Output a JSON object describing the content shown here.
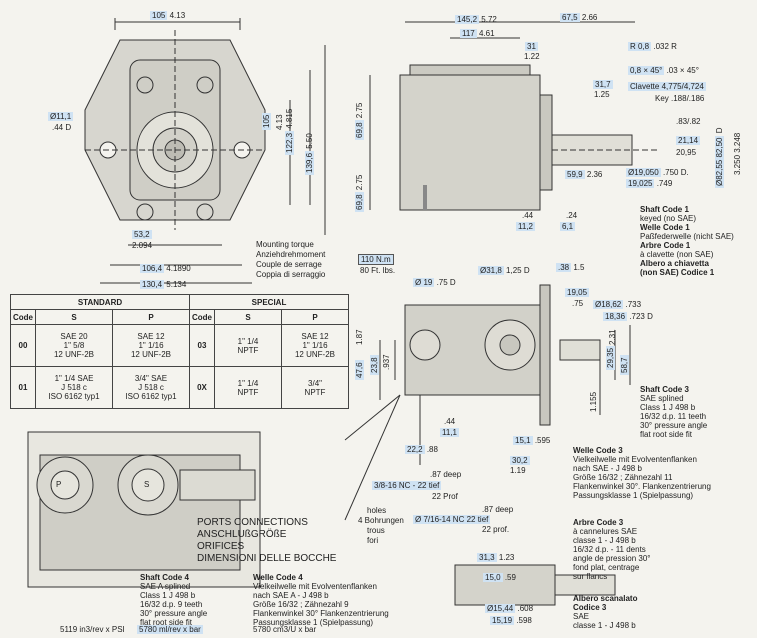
{
  "front_view": {
    "width_mm": "105",
    "width_in": "4.13",
    "bolt_hole_mm": "Ø11,1",
    "bolt_hole_in": ".44 D",
    "height_a_mm": "105",
    "height_a_in": "4.13",
    "height_b_mm": "122,3",
    "height_b_in": "4.815",
    "height_c_mm": "139,6",
    "height_c_in": "5.50",
    "pilot_mm": "53,2",
    "pilot_in": "2.094",
    "span_mm": "106,4",
    "span_in": "4.1890",
    "overall_mm": "130,4",
    "overall_in": "5.134"
  },
  "torque": {
    "labels": [
      "Mounting torque",
      "Anziehdrehmoment",
      "Couple de serrage",
      "Coppia di serraggio"
    ],
    "value": "110 N.m",
    "value_alt": "80 Ft. lbs."
  },
  "side_view": {
    "length_mm": "145,2",
    "length_in": "5.72",
    "shaft_len_mm": "67,5",
    "shaft_len_in": "2.66",
    "body_mm": "117",
    "body_in": "4.61",
    "step_mm": "31",
    "step_in": "1.22",
    "radius_mm": "R 0,8",
    "radius_in": ".032 R",
    "chamfer_mm": "0,8 × 45°",
    "chamfer_in": ".03 × 45°",
    "key_mm": "31,7",
    "key_in": "1.25",
    "clavette": "Clavette 4,775/4,724",
    "key": "Key .188/.186",
    "key_depth": ".83/.82",
    "keyh_mm": "21,14",
    "keyh_in": "20,95",
    "shaft_dia_mm": "Ø19,050",
    "shaft_dia_mm2": "19,025",
    "shaft_dia_in": ".750",
    "shaft_dia_in2": ".749",
    "shaft_dia_suffix": "D.",
    "pilot_dia": "Ø82,55 82,50",
    "pilot_in": "3.250 3.248",
    "pilot_suffix": "D",
    "len59_mm": "59,9",
    "len59_in": "2.36",
    "h1_mm": "69,8",
    "h1_in": "2.75",
    "h2_mm": "69,8",
    "h2_in": "2.75",
    "small_mm": "11,2",
    "small_in": ".44",
    "small2_mm": "6,1",
    "small2_in": ".24"
  },
  "shaft_code_1": {
    "title": "Shaft Code 1",
    "en": "keyed (no SAE)",
    "title_de": "Welle Code 1",
    "de": "Paßfederwelle (nicht SAE)",
    "title_fr": "Arbre Code 1",
    "fr": "à clavette (non SAE)",
    "title_it": "Albero a chiavetta",
    "it_tail": "(non SAE) Codice 1"
  },
  "table": {
    "group_headers": [
      "STANDARD",
      "SPECIAL"
    ],
    "col_headers": [
      "Code",
      "S",
      "P",
      "Code",
      "S",
      "P"
    ],
    "rows": [
      [
        "00",
        "SAE 20\n1\" 5/8\n12 UNF-2B",
        "SAE 12\n1\" 1/16\n12 UNF-2B",
        "03",
        "1\" 1/4\nNPTF",
        "SAE 12\n1\" 1/16\n12 UNF-2B"
      ],
      [
        "01",
        "1\" 1/4 SAE\nJ 518 c\nISO 6162 typ1",
        "3/4\" SAE\nJ 518 c\nISO 6162 typ1",
        "0X",
        "1\" 1/4\nNPTF",
        "3/4\"\nNPTF"
      ]
    ]
  },
  "ports": {
    "s_label": "S",
    "p_label": "P",
    "legend": [
      "PORTS CONNECTIONS",
      "ANSCHLUßGRÖßE",
      "ORIFICES",
      "DIMENSIONI DELLE BOCCHE"
    ]
  },
  "rear_view": {
    "dia_mm": "Ø31,8",
    "dia_in": "1,25 D",
    "port_mm": "Ø 19",
    "port_in": ".75 D",
    "w38_mm": ".38",
    "w38_in": "1.5",
    "d1905_mm": "19,05",
    "d1905_in": ".75",
    "d1862_mm": "Ø18,62",
    "d1862_in": ".733",
    "d1836_mm": "18,36",
    "d1836_in": ".723",
    "d_suffix": "D",
    "v187": "1.87",
    "v476": "47,6",
    "v238": "23,8",
    "v937": ".937",
    "v2935": "29,35",
    "v231": "2.31",
    "v587": "58,7",
    "v1155": "1.155",
    "h111_mm": "11,1",
    "h111_in": ".44",
    "h222_mm": "22,2",
    "h222_in": ".88",
    "h151_mm": "15,1",
    "h151_in": ".595",
    "h302_mm": "30,2",
    "h302_in": "1.19"
  },
  "threads": {
    "deep1": ".87 deep",
    "thread1": "3/8-16 NC - 22 tief",
    "prof1": "22 Prof",
    "holes": [
      "holes",
      "4 Bohrungen",
      "trous",
      "fori"
    ],
    "deep2": ".87 deep",
    "thread2": "Ø 7/16-14 NC  22 tief",
    "prof2": "22 prof."
  },
  "shaft_code_3": {
    "title": "Shaft Code 3",
    "lines": [
      "SAE splined",
      "Class 1   J 498 b",
      "16/32 d.p. 11 teeth",
      "30° pressure angle",
      "flat root side fit"
    ],
    "title_de": "Welle Code 3",
    "lines_de": [
      "Vielkeilwelle mit Evolventenflanken",
      "nach SAE - J 498 b",
      "Größe 16/32 ; Zähnezahl 11",
      "Flankenwinkel 30°. Flankenzentrierung",
      "Passungsklasse 1 (Spielpassung)"
    ],
    "title_fr": "Arbre Code 3",
    "lines_fr": [
      "à cannelures SAE",
      "classe 1 - J 498 b",
      "16/32 d.p. - 11 dents",
      "angle de pression 30°",
      "fond plat, centrage",
      "sur flancs"
    ],
    "title_it": "Albero scanalato",
    "title_it2": "Codice 3",
    "lines_it": [
      "SAE",
      "classe 1 - J 498 b"
    ]
  },
  "shaft_code_4": {
    "title": "Shaft Code 4",
    "lines": [
      "SAE A splined",
      "Class 1  J 498 b",
      "16/32 d.p. 9 teeth",
      "30° pressure angle",
      "flat root side fit"
    ],
    "title_de": "Welle Code 4",
    "lines_de": [
      "Vielkeilwelle mit Evolventenflanken",
      "nach SAE A - J 498 b",
      "Größe 16/32 ; Zähnezahl 9",
      "Flankenwinkel 30°  Flankenzentrierung",
      "Passungsklasse 1 (Spielpassung)"
    ],
    "disp_in": "5119 in3/rev x PSI",
    "disp_ml": "5780 ml/rev x bar",
    "disp_cm": "5780 cm3/U x bar"
  },
  "bottom_dims": {
    "a_mm": "31,3",
    "a_in": "1.23",
    "b_mm": "15,0",
    "b_in": ".59",
    "c_mm": "Ø15,44",
    "c_in": ".608",
    "d_mm": "15,19",
    "d_in": ".598"
  }
}
